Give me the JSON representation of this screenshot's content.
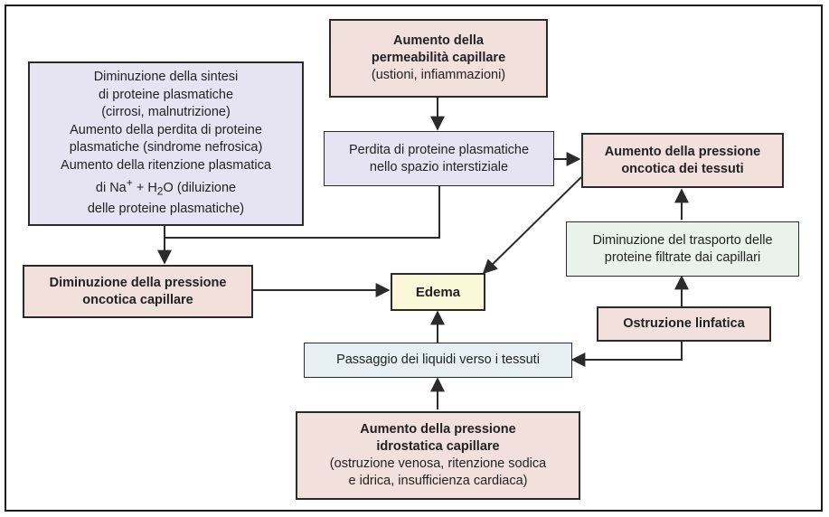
{
  "diagram": {
    "top_center": {
      "title_line1": "Aumento della",
      "title_line2": "permeabilità capillare",
      "detail": "(ustioni, infiammazioni)"
    },
    "left_causes": {
      "line1": "Diminuzione della sintesi",
      "line2": "di proteine plasmatiche",
      "line3": "(cirrosi, malnutrizione)",
      "line4": "Aumento della perdita di proteine",
      "line5": "plasmatiche (sindrome nefrosica)",
      "line6": "Aumento della ritenzione plasmatica",
      "line7_pre": "di Na",
      "line7_sup": "+",
      "line7_mid": " + H",
      "line7_sub": "2",
      "line7_post": "O (diluizione",
      "line8": "delle proteine plasmatiche)"
    },
    "protein_loss": {
      "line1": "Perdita di proteine plasmatiche",
      "line2": "nello spazio interstiziale"
    },
    "tissue_pressure": {
      "line1": "Aumento della pressione",
      "line2": "oncotica dei tessuti"
    },
    "transport_decrease": {
      "line1": "Diminuzione del trasporto delle",
      "line2": "proteine filtrate dai capillari"
    },
    "capillary_pressure_decrease": {
      "line1": "Diminuzione della pressione",
      "line2": "oncotica capillare"
    },
    "edema": {
      "label": "Edema"
    },
    "lymphatic_obstruction": {
      "label": "Ostruzione linfatica"
    },
    "fluid_passage": {
      "label": "Passaggio dei liquidi verso i tessuti"
    },
    "hydrostatic_pressure": {
      "title_line1": "Aumento della pressione",
      "title_line2": "idrostatica capillare",
      "detail_line1": "(ostruzione venosa, ritenzione sodica",
      "detail_line2": "e idrica, insufficienza cardiaca)"
    }
  },
  "colors": {
    "pink": "#f2e0dc",
    "lavender": "#e6e4f3",
    "mint": "#e9f3ec",
    "sky": "#e6eff3",
    "yellow": "#fbf7d9",
    "stroke": "#2b2b2b"
  }
}
